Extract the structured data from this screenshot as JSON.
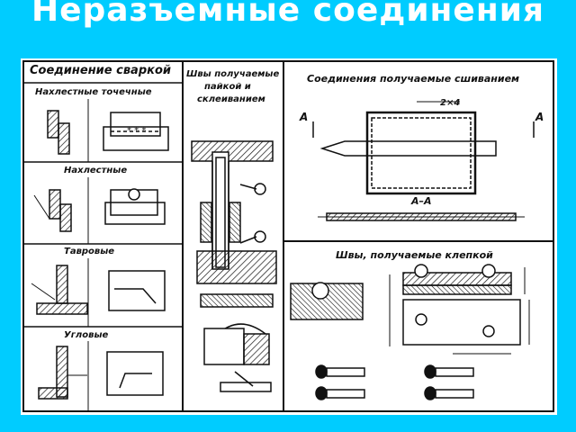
{
  "title": "Неразъемные соединения",
  "panels": {
    "welding": {
      "header": "Соединение сваркой",
      "rows": [
        {
          "label": "Нахлестные точечные"
        },
        {
          "label": "Нахлестные"
        },
        {
          "label": "Тавровые"
        },
        {
          "label": "Угловые"
        }
      ]
    },
    "solder_glue": {
      "header_line1": "Швы получаемые",
      "header_line2": "пайкой и",
      "header_line3": "склеиванием"
    },
    "stitching": {
      "header": "Соединения получаемые сшиванием",
      "dim": "2×4",
      "section_a_left": "A",
      "section_a_right": "A",
      "section_label": "A–A"
    },
    "riveting": {
      "header": "Швы, получаемые клепкой"
    }
  },
  "colors": {
    "background": "#00ccff",
    "title": "#ffffff",
    "line": "#111111",
    "sheet": "#ffffff"
  }
}
